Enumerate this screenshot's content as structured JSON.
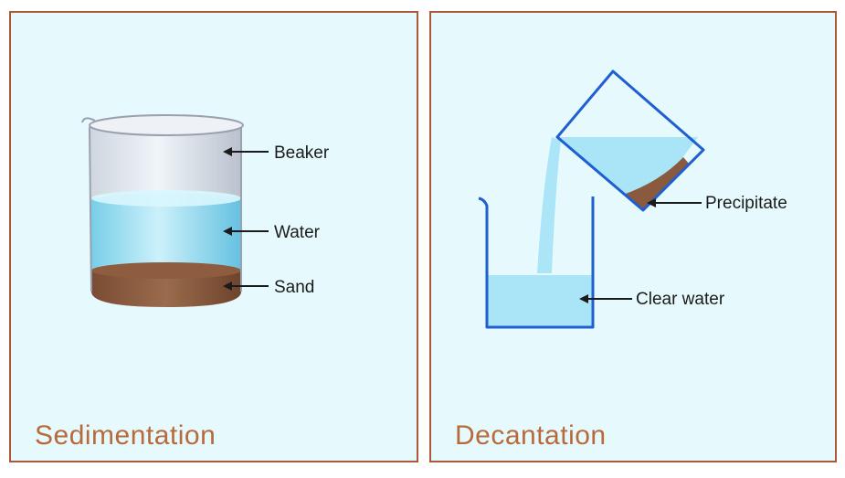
{
  "sedimentation": {
    "title": "Sedimentation",
    "labels": {
      "beaker": "Beaker",
      "water": "Water",
      "sand": "Sand"
    }
  },
  "decantation": {
    "title": "Decantation",
    "labels": {
      "precipitate": "Precipitate",
      "clear_water": "Clear water"
    }
  },
  "colors": {
    "panel_background": "#e6fafd",
    "panel_border": "#a9593a",
    "title_text": "#b86a3c",
    "water": "#a9e4f7",
    "sand": "#8a5a3f",
    "glass_edge": "#1f5fd1"
  }
}
